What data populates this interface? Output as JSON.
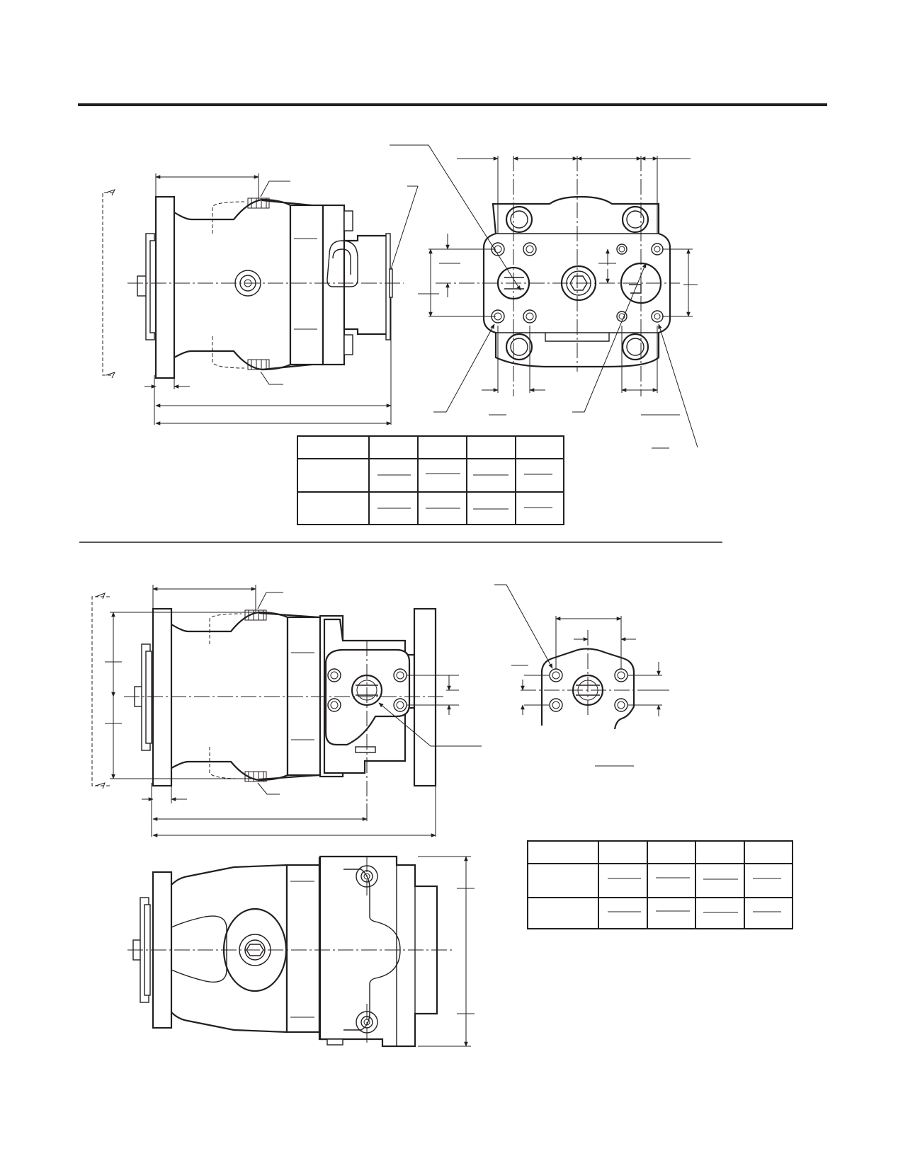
{
  "page": {
    "background": "#ffffff",
    "ink_color": "#231f20"
  },
  "views": {
    "upper_side_view": {
      "label": ""
    },
    "upper_end_view": {
      "label": ""
    },
    "lower_side_view": {
      "label": ""
    },
    "lower_port_detail": {
      "label": ""
    },
    "lower_top_view": {
      "label": ""
    }
  },
  "tables": {
    "upper": {
      "rows": 3,
      "columns": 5,
      "cells": []
    },
    "lower": {
      "rows": 3,
      "columns": 5,
      "cells": []
    }
  }
}
